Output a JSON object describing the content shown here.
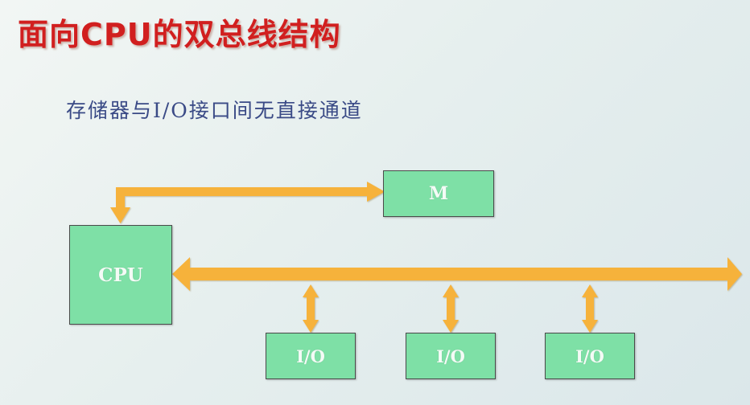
{
  "title": "面向CPU的双总线结构",
  "subtitle": "存储器与I/O接口间无直接通道",
  "boxes": {
    "memory": "M",
    "cpu": "CPU",
    "io_1": "I/O",
    "io_2": "I/O",
    "io_3": "I/O"
  },
  "colors": {
    "title": "#d11f1f",
    "subtitle": "#3a4a86",
    "box_fill": "#7ee0a6",
    "arrow": "#f6b23a"
  }
}
